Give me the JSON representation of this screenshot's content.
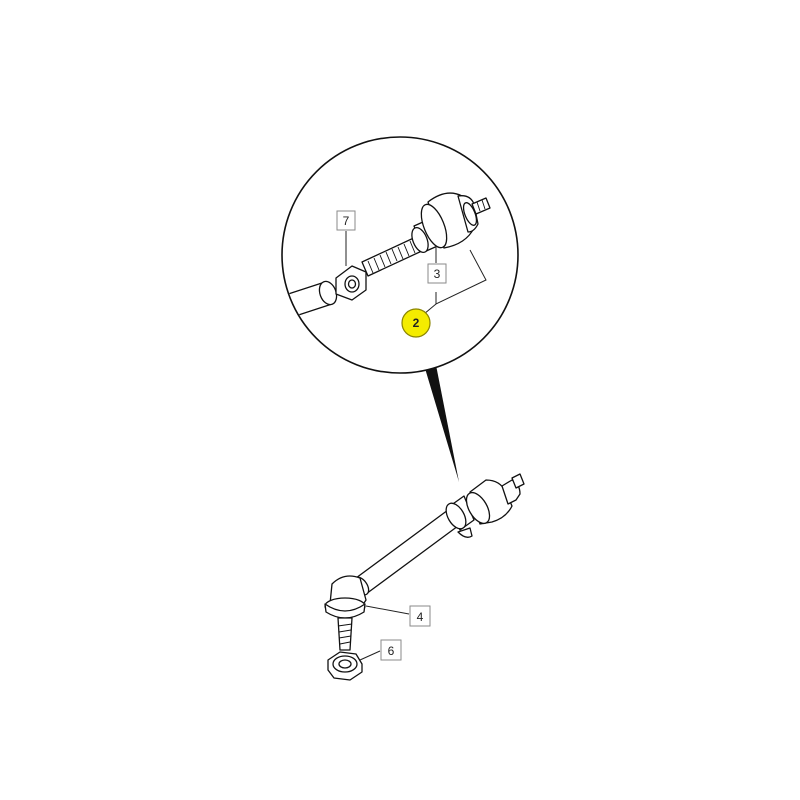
{
  "callouts": {
    "part_7": "7",
    "part_3": "3",
    "part_2": "2",
    "part_4": "4",
    "part_6": "6"
  },
  "colors": {
    "highlight_fill": "#f4ec00",
    "highlight_stroke": "#8a8400",
    "line": "#111111",
    "box_border": "#8a8a8a"
  }
}
